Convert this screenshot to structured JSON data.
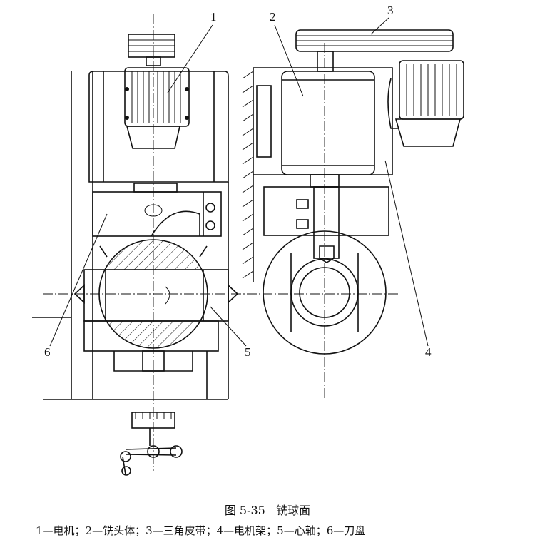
{
  "figure": {
    "number": "图 5-35",
    "title": "铣球面",
    "legend": "1—电机；2—铣头体；3—三角皮带；4—电机架；5—心轴；6—刀盘"
  },
  "labels": [
    "1",
    "2",
    "3",
    "4",
    "5",
    "6"
  ]
}
